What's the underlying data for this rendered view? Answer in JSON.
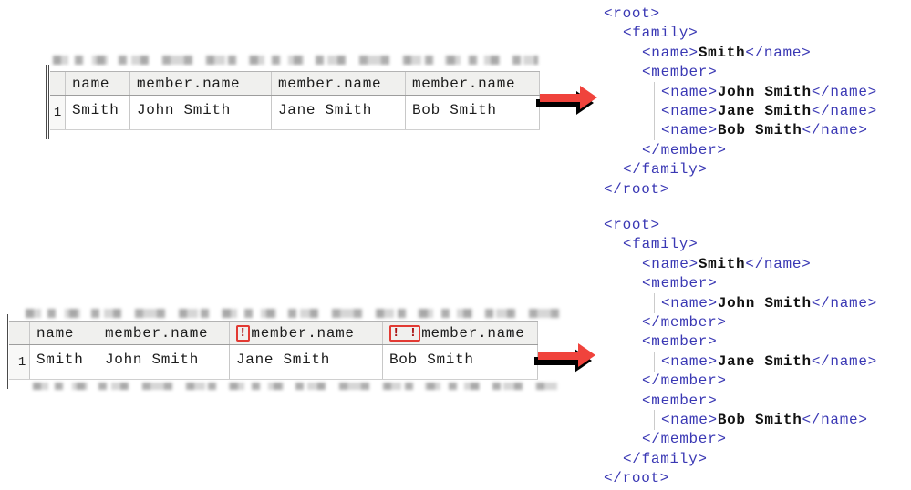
{
  "colors": {
    "xml_tag_blue": "#3a38b4",
    "xml_value_black": "#121212",
    "marker_red": "#a81414",
    "marker_box_red": "#e23a33",
    "arrow_red": "#f0433c",
    "arrow_shadow_black": "#000000",
    "table_header_bg": "#f0f0ee"
  },
  "examples": {
    "merged": {
      "table": {
        "row_number": "1",
        "headers": [
          {
            "marks": "",
            "label": "name"
          },
          {
            "marks": "",
            "label": "member.name"
          },
          {
            "marks": "",
            "label": "member.name"
          },
          {
            "marks": "",
            "label": "member.name"
          }
        ],
        "row": [
          "Smith",
          "John Smith",
          "Jane Smith",
          "Bob Smith"
        ]
      },
      "xml_lines": [
        {
          "indent": 0,
          "open": "<root>"
        },
        {
          "indent": 1,
          "open": "<family>"
        },
        {
          "indent": 2,
          "open": "<name>",
          "value": "Smith",
          "close": "</name>"
        },
        {
          "indent": 2,
          "open": "<member>"
        },
        {
          "indent": 3,
          "guide": true,
          "open": "<name>",
          "value": "John Smith",
          "close": "</name>"
        },
        {
          "indent": 3,
          "guide": true,
          "open": "<name>",
          "value": "Jane Smith",
          "close": "</name>"
        },
        {
          "indent": 3,
          "guide": true,
          "open": "<name>",
          "value": "Bob Smith",
          "close": "</name>"
        },
        {
          "indent": 2,
          "open": "</member>"
        },
        {
          "indent": 1,
          "open": "</family>"
        },
        {
          "indent": 0,
          "open": "</root>"
        }
      ]
    },
    "separate": {
      "table": {
        "row_number": "1",
        "headers": [
          {
            "marks": "",
            "label": "name"
          },
          {
            "marks": "",
            "label": "member.name"
          },
          {
            "marks": "!",
            "label": "member.name"
          },
          {
            "marks": "! !",
            "label": "member.name"
          }
        ],
        "row": [
          "Smith",
          "John Smith",
          "Jane Smith",
          "Bob Smith"
        ]
      },
      "xml_lines": [
        {
          "indent": 0,
          "open": "<root>"
        },
        {
          "indent": 1,
          "open": "<family>"
        },
        {
          "indent": 2,
          "open": "<name>",
          "value": "Smith",
          "close": "</name>"
        },
        {
          "indent": 2,
          "open": "<member>"
        },
        {
          "indent": 3,
          "guide": true,
          "open": "<name>",
          "value": "John Smith",
          "close": "</name>"
        },
        {
          "indent": 2,
          "open": "</member>"
        },
        {
          "indent": 2,
          "open": "<member>"
        },
        {
          "indent": 3,
          "guide": true,
          "open": "<name>",
          "value": "Jane Smith",
          "close": "</name>"
        },
        {
          "indent": 2,
          "open": "</member>"
        },
        {
          "indent": 2,
          "open": "<member>"
        },
        {
          "indent": 3,
          "guide": true,
          "open": "<name>",
          "value": "Bob Smith",
          "close": "</name>"
        },
        {
          "indent": 2,
          "open": "</member>"
        },
        {
          "indent": 1,
          "open": "</family>"
        },
        {
          "indent": 0,
          "open": "</root>"
        }
      ]
    }
  }
}
